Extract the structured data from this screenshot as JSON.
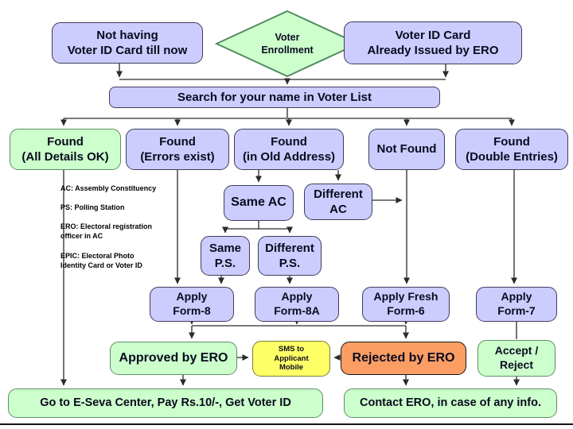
{
  "diagram": {
    "title": "Voter Enrollment flowchart",
    "nodes": {
      "start_left": "Not having\nVoter ID Card till now",
      "decision": "Voter\nEnrollment",
      "start_right": "Voter ID Card\nAlready Issued by ERO",
      "search": "Search for your name in Voter List",
      "found_ok": "Found\n(All Details OK)",
      "found_errors": "Found\n(Errors exist)",
      "found_old_address": "Found\n(in Old Address)",
      "not_found": "Not Found",
      "found_double": "Found\n(Double Entries)",
      "same_ac": "Same AC",
      "different_ac": "Different\nAC",
      "same_ps": "Same\nP.S.",
      "different_ps": "Different\nP.S.",
      "apply_form8": "Apply\nForm-8",
      "apply_form8a": "Apply\nForm-8A",
      "apply_form6": "Apply Fresh\nForm-6",
      "apply_form7": "Apply\nForm-7",
      "approved": "Approved by ERO",
      "sms": "SMS to\nApplicant\nMobile",
      "rejected": "Rejected by ERO",
      "accept_reject": "Accept /\nReject",
      "goto_eseva": "Go to E-Seva Center, Pay Rs.10/-, Get Voter ID",
      "contact_ero": "Contact ERO, in case of any info."
    },
    "legend": [
      "AC: Assembly Constituency",
      "PS: Polling Station",
      "ERO: Electoral registration\nofficer in AC",
      "EPIC: Electoral Photo\nIdentity Card or Voter ID"
    ],
    "colors": {
      "lavender": "#ccccff",
      "green": "#ccffcc",
      "yellow": "#ffff66",
      "orange": "#fa9e64",
      "arrow": "#2b2b2b"
    }
  }
}
